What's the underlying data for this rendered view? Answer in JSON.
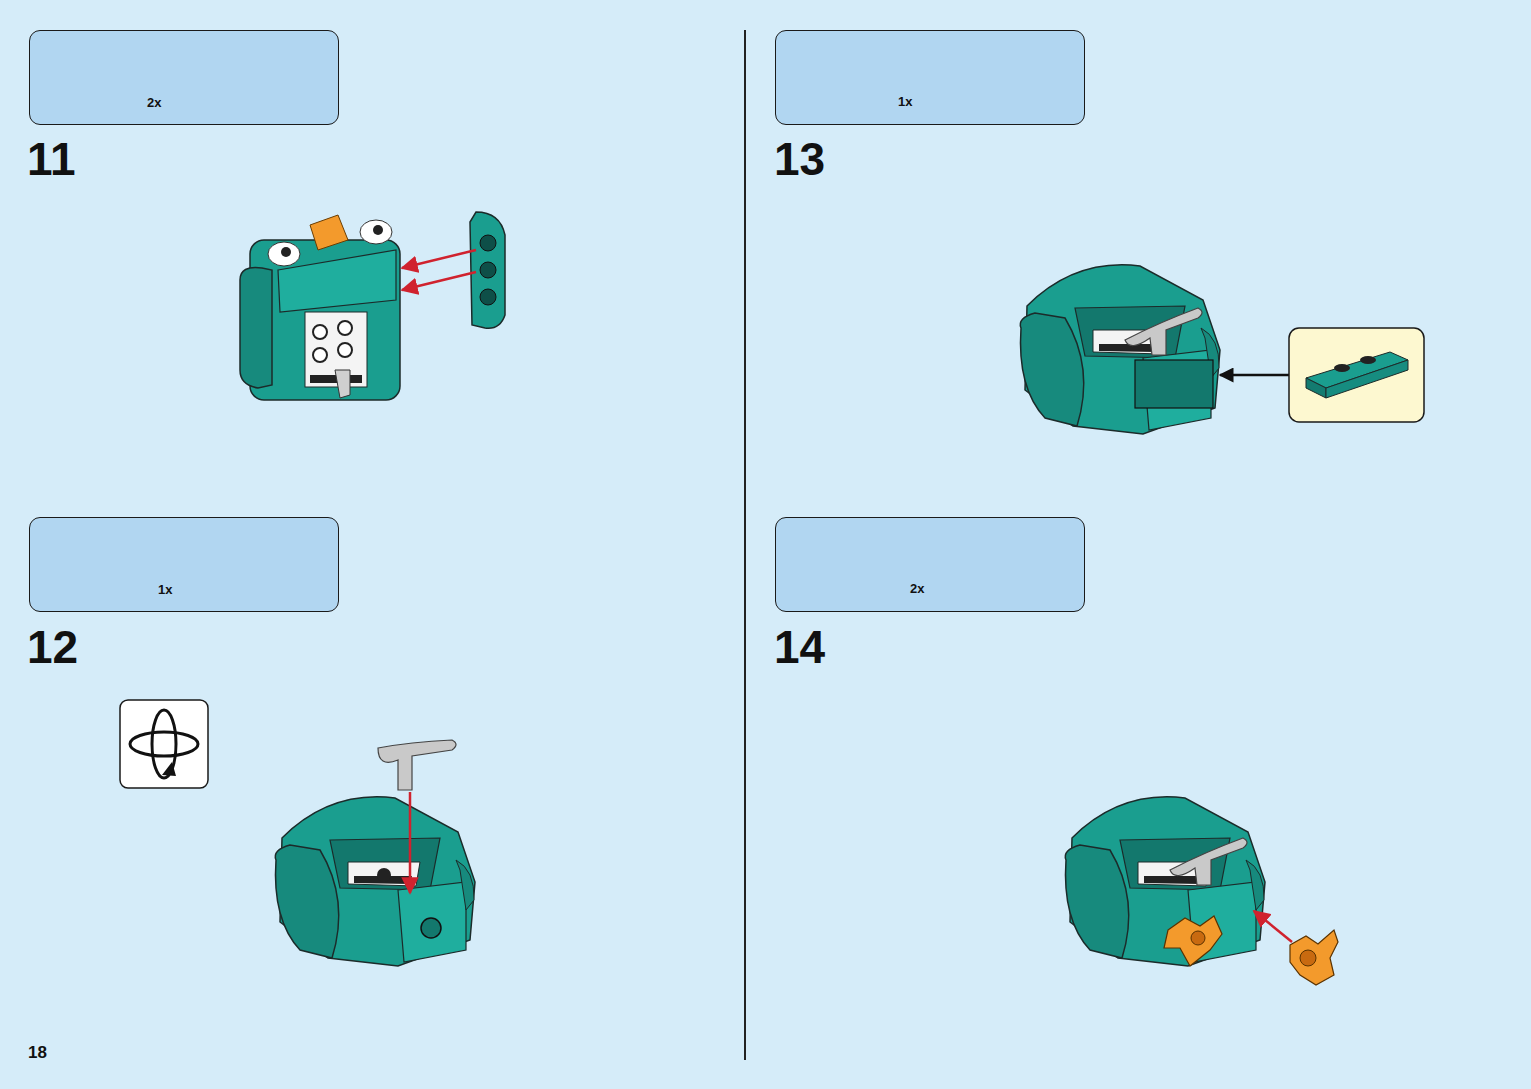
{
  "diagram": {
    "nodes": [
      {
        "text": [
          "2x"
        ]
      },
      {
        "text": [
          "1x"
        ]
      },
      {
        "text": [
          "1x"
        ]
      },
      {
        "text": [
          "2x"
        ]
      }
    ],
    "edges": [],
    "labels": [
      "11",
      "12",
      "13",
      "14",
      "18"
    ]
  }
}
